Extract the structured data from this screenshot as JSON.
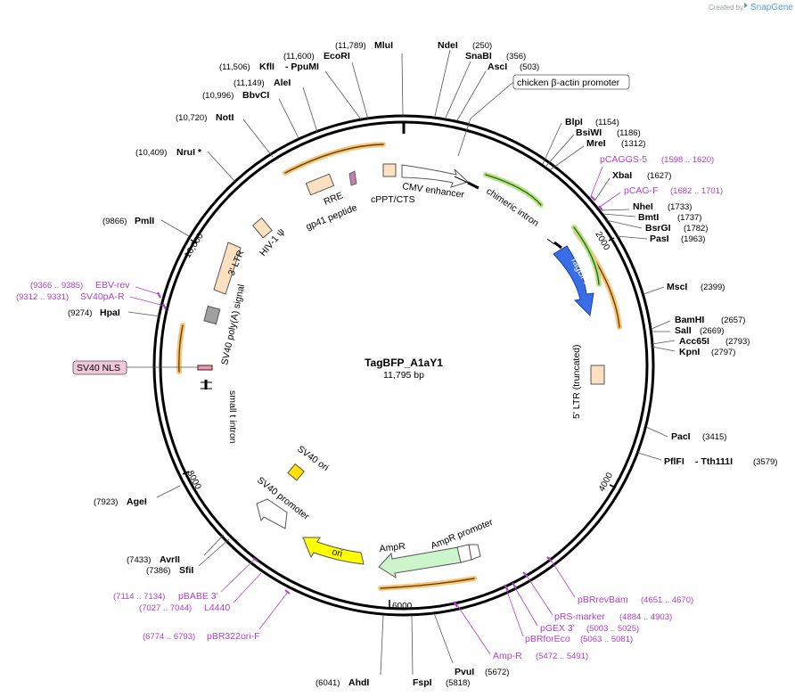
{
  "brand": {
    "prefix": "Created by",
    "name": "SnapGene"
  },
  "plasmid": {
    "name": "TagBFP_A1aY1",
    "length": "11,795 bp"
  },
  "ticks": [
    {
      "label": "2000",
      "bp": 2000
    },
    {
      "label": "4000",
      "bp": 4000
    },
    {
      "label": "6000",
      "bp": 6000
    },
    {
      "label": "8000",
      "bp": 8000
    },
    {
      "label": "10,000",
      "bp": 10000
    }
  ],
  "enzymes": [
    {
      "name": "MluI",
      "pos": "(11,789)"
    },
    {
      "name": "NdeI",
      "pos": "(250)"
    },
    {
      "name": "SnaBI",
      "pos": "(356)"
    },
    {
      "name": "AscI",
      "pos": "(503)"
    },
    {
      "name": "EcoRI",
      "pos": "(11,600)"
    },
    {
      "name": "KflI",
      "pos": "(11,506)",
      "extra": "- PpuMI"
    },
    {
      "name": "AleI",
      "pos": "(11,149)"
    },
    {
      "name": "BbvCI",
      "pos": "(10,996)"
    },
    {
      "name": "NotI",
      "pos": "(10,720)"
    },
    {
      "name": "NruI *",
      "pos": "(10,409)"
    },
    {
      "name": "PmlI",
      "pos": "(9866)"
    },
    {
      "name": "HpaI",
      "pos": "(9274)"
    },
    {
      "name": "BlpI",
      "pos": "(1154)"
    },
    {
      "name": "BsiWI",
      "pos": "(1186)"
    },
    {
      "name": "MreI",
      "pos": "(1312)"
    },
    {
      "name": "XbaI",
      "pos": "(1627)"
    },
    {
      "name": "NheI",
      "pos": "(1733)"
    },
    {
      "name": "BmtI",
      "pos": "(1737)"
    },
    {
      "name": "BsrGI",
      "pos": "(1782)"
    },
    {
      "name": "PasI",
      "pos": "(1963)"
    },
    {
      "name": "MscI",
      "pos": "(2399)"
    },
    {
      "name": "BamHI",
      "pos": "(2657)"
    },
    {
      "name": "SalI",
      "pos": "(2669)"
    },
    {
      "name": "Acc65I",
      "pos": "(2793)"
    },
    {
      "name": "KpnI",
      "pos": "(2797)"
    },
    {
      "name": "PacI",
      "pos": "(3415)"
    },
    {
      "name": "PflFI",
      "pos": "(3579)",
      "extra": "- Tth111I"
    },
    {
      "name": "AgeI",
      "pos": "(7923)"
    },
    {
      "name": "AvrII",
      "pos": "(7433)"
    },
    {
      "name": "SfiI",
      "pos": "(7386)"
    },
    {
      "name": "AhdI",
      "pos": "(6041)"
    },
    {
      "name": "FspI",
      "pos": "(5818)"
    },
    {
      "name": "PvuI",
      "pos": "(5672)"
    }
  ],
  "primers": [
    {
      "name": "pCAGGS-5",
      "pos": "(1598 .. 1620)"
    },
    {
      "name": "pCAG-F",
      "pos": "(1682 .. 1701)"
    },
    {
      "name": "EBV-rev",
      "pos": "(9366 .. 9385)"
    },
    {
      "name": "SV40pA-R",
      "pos": "(9312 .. 9331)"
    },
    {
      "name": "pBABE 3'",
      "pos": "(7114 .. 7134)"
    },
    {
      "name": "L4440",
      "pos": "(7027 .. 7044)"
    },
    {
      "name": "pBR322ori-F",
      "pos": "(6774 .. 6793)"
    },
    {
      "name": "pBRrevBam",
      "pos": "(4651 .. 4670)"
    },
    {
      "name": "pRS-marker",
      "pos": "(4884 .. 4903)"
    },
    {
      "name": "pGEX 3'",
      "pos": "(5003 .. 5025)"
    },
    {
      "name": "pBRforEco",
      "pos": "(5063 .. 5081)"
    },
    {
      "name": "Amp-R",
      "pos": "(5472 .. 5491)"
    }
  ],
  "features": {
    "chicken_actin": "chicken β-actin promoter",
    "sv40_nls": "SV40 NLS",
    "cmv": "CMV enhancer",
    "cppt": "cPPT/CTS",
    "rre": "RRE",
    "gp41": "gp41 peptide",
    "hiv": "HIV-1 ψ",
    "ltr3": "3' LTR",
    "polya": "SV40 poly(A) signal",
    "intron": "chimeric intron",
    "tagbfp": "TagBFP",
    "ltr5": "5' LTR (truncated)",
    "small_t": "small t intron",
    "sv40ori": "SV40 ori",
    "sv40prom": "SV40 promoter",
    "ori": "ori",
    "ampr": "AmpR",
    "ampr_prom": "AmpR promoter"
  },
  "colors": {
    "backbone": "#000000",
    "enzyme": "#000000",
    "primer": "#b040c8",
    "tagbfp": "#3a6ee8",
    "ori": "#ffff00",
    "ampr": "#ccf5cc",
    "ltr": "#fde0c0",
    "sv40ori": "#ffe000",
    "polya": "#a0a0a0",
    "orf_arc": "#f5a623",
    "green_arc": "#6ab023"
  }
}
